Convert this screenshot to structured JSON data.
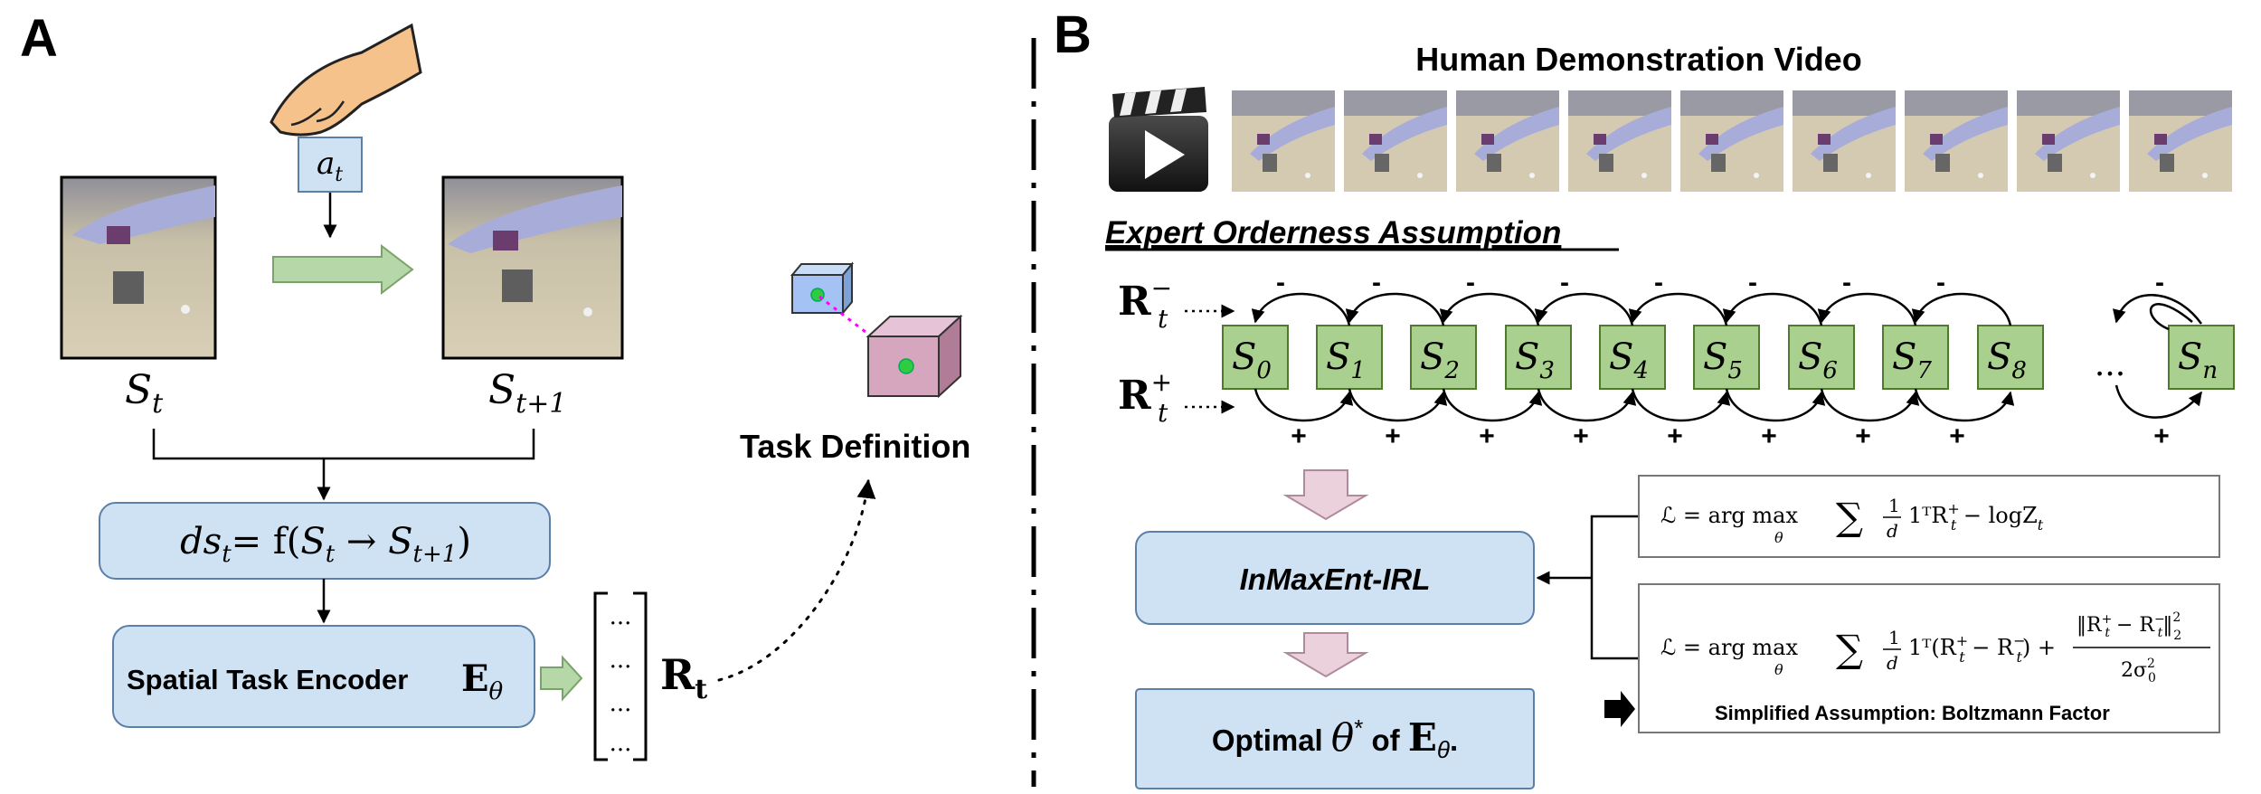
{
  "panel_a": {
    "letter": "A",
    "action_label": "a",
    "action_sub": "t",
    "state_t_main": "S",
    "state_t_sub": "t",
    "state_t1_main": "S",
    "state_t1_sub": "t+1",
    "ds_formula": {
      "lhs": "ds",
      "lhs_sub": "t",
      "eq": "= f(",
      "s1": "S",
      "s1_sub": "t",
      "arrow": " → ",
      "s2": "S",
      "s2_sub": "t+1",
      "close": ")"
    },
    "encoder_label": "Spatial Task Encoder",
    "encoder_symbol": "E",
    "encoder_sub": "θ",
    "vector_dots": [
      "...",
      "...",
      "...",
      "..."
    ],
    "reward_symbol": "R",
    "reward_sub": "t",
    "task_definition_label": "Task Definition"
  },
  "panel_b": {
    "letter": "B",
    "video_title": "Human Demonstration Video",
    "frame_count": 9,
    "assumption_title": "Expert Orderness Assumption",
    "r_minus": {
      "main": "R",
      "sub": "t",
      "sup": "−"
    },
    "r_plus": {
      "main": "R",
      "sub": "t",
      "sup": "+"
    },
    "states": [
      {
        "main": "S",
        "sub": "0"
      },
      {
        "main": "S",
        "sub": "1"
      },
      {
        "main": "S",
        "sub": "2"
      },
      {
        "main": "S",
        "sub": "3"
      },
      {
        "main": "S",
        "sub": "4"
      },
      {
        "main": "S",
        "sub": "5"
      },
      {
        "main": "S",
        "sub": "6"
      },
      {
        "main": "S",
        "sub": "7"
      },
      {
        "main": "S",
        "sub": "8"
      },
      {
        "main": "S",
        "sub": "n"
      }
    ],
    "ellipsis": "...",
    "minus_sign": "-",
    "plus_sign": "+",
    "irl_label": "InMaxEnt-IRL",
    "optimal_label_prefix": "Optimal",
    "optimal_theta": "θ",
    "optimal_star": "*",
    "optimal_of": "of",
    "optimal_e": "E",
    "optimal_e_sub": "θ",
    "optimal_period": ".",
    "loss1": {
      "lhs": "ℒ = arg max",
      "under": "θ",
      "sum": "∑",
      "frac_num": "1",
      "frac_den": "d",
      "body": "1ᵀR",
      "body_sup": "+",
      "body_sub": "t",
      "rest": " − logZ",
      "rest_sub": "t"
    },
    "loss2": {
      "lhs": "ℒ = arg max",
      "under": "θ",
      "sum": "∑",
      "frac_num": "1",
      "frac_den": "d",
      "body": "1ᵀ(R",
      "body_sup1": "+",
      "body_sub1": "t",
      "mid": " − R",
      "body_sup2": "−",
      "body_sub2": "t",
      "close": ") +",
      "norm_num": "‖R",
      "norm_num_sup1": "+",
      "norm_num_sub1": "t",
      "norm_mid": " − R",
      "norm_num_sup2": "−",
      "norm_num_sub2": "t",
      "norm_close": "‖",
      "norm_sup": "2",
      "norm_sub": "2",
      "den": "2σ",
      "den_sup": "2",
      "den_sub": "0"
    },
    "boltzmann_label": "Simplified Assumption: Boltzmann Factor"
  },
  "colors": {
    "box_blue": "#cfe2f3",
    "box_blue_stroke": "#5b7fa6",
    "state_green": "#a9d08e",
    "state_green_stroke": "#4e7a2e",
    "arrow_green": "#b6d7a8",
    "arrow_pink": "#ead1dc",
    "cube_blue": "#a4c2f4",
    "cube_pink": "#d5a6bd",
    "hand_skin": "#f6c28b",
    "photo_bg": "#c9bfa8",
    "sleeve": "#a8acd8",
    "dot_magenta": "#ff00ff"
  }
}
